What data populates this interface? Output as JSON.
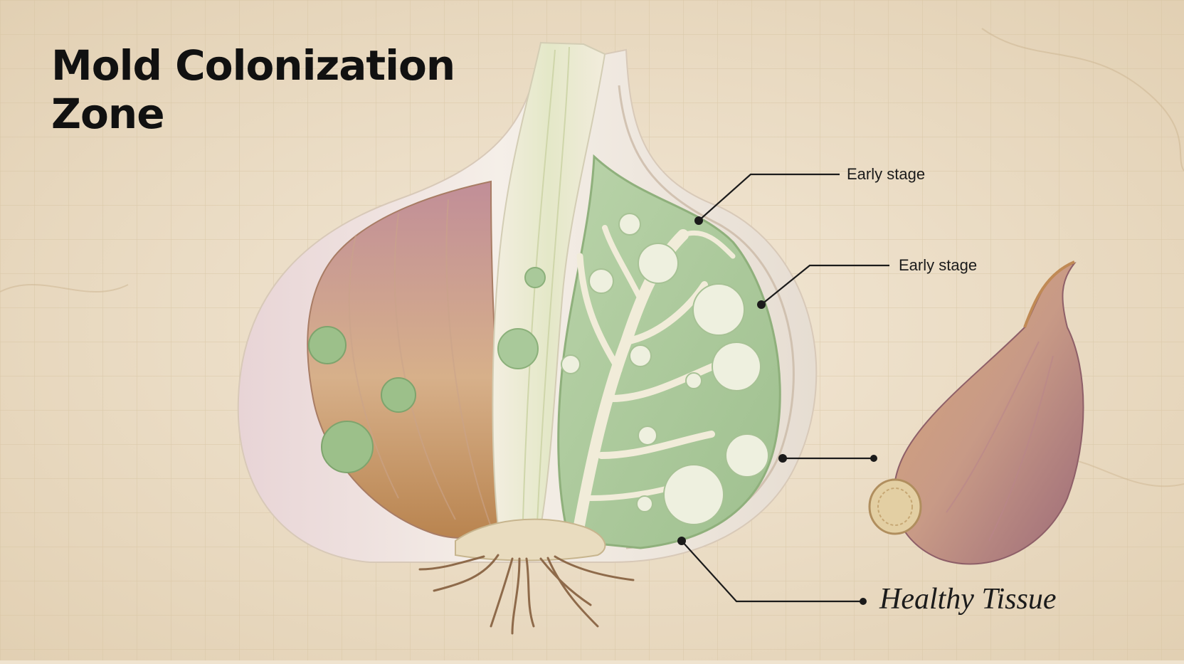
{
  "title": {
    "line1": "Mold Colonization",
    "line2": "Zone"
  },
  "callouts": [
    {
      "id": "early-stage-1",
      "text": "Early stage"
    },
    {
      "id": "early-stage-2",
      "text": "Early stage"
    },
    {
      "id": "unlabeled",
      "text": ""
    },
    {
      "id": "healthy-tissue",
      "text": "Healthy Tissue"
    }
  ],
  "colors": {
    "background": "#efe3cf",
    "grid": "#d9c7a8",
    "skin": "#efe6dc",
    "clove_pink": "#c99a9f",
    "clove_tan": "#c9a070",
    "mold_green": "#a9c79a",
    "hyphae": "#f1ecd9",
    "leader_line": "#1b1b1b"
  }
}
